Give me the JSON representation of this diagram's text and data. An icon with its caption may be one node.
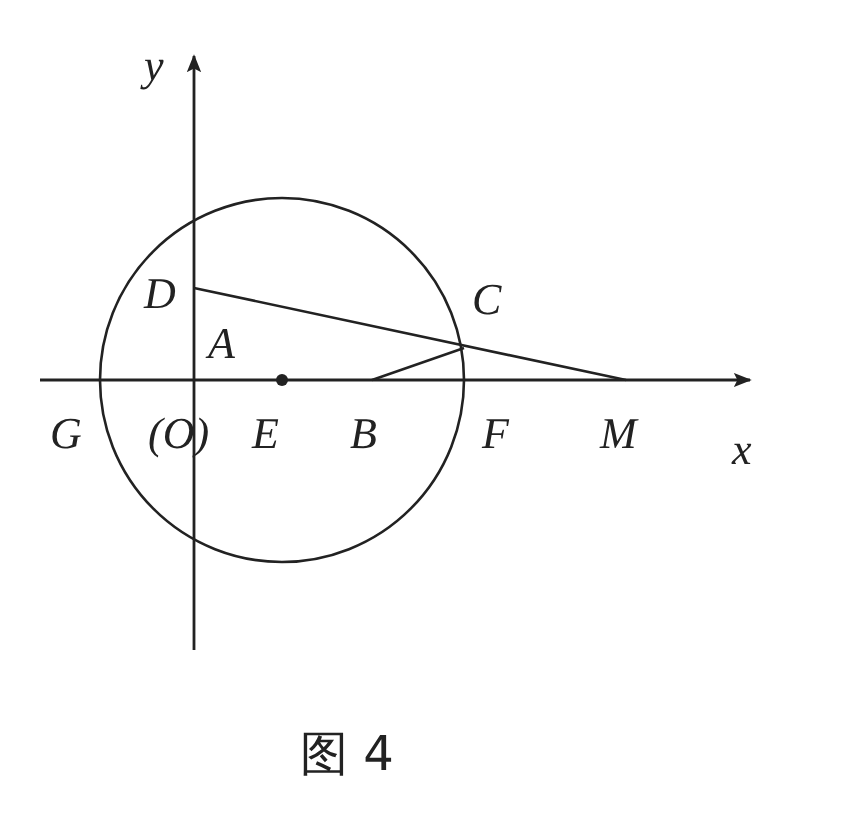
{
  "diagram": {
    "caption": "图 4",
    "labels": [
      "y",
      "D",
      "C",
      "A",
      "G",
      "(O)",
      "E",
      "B",
      "F",
      "M",
      "x"
    ]
  }
}
